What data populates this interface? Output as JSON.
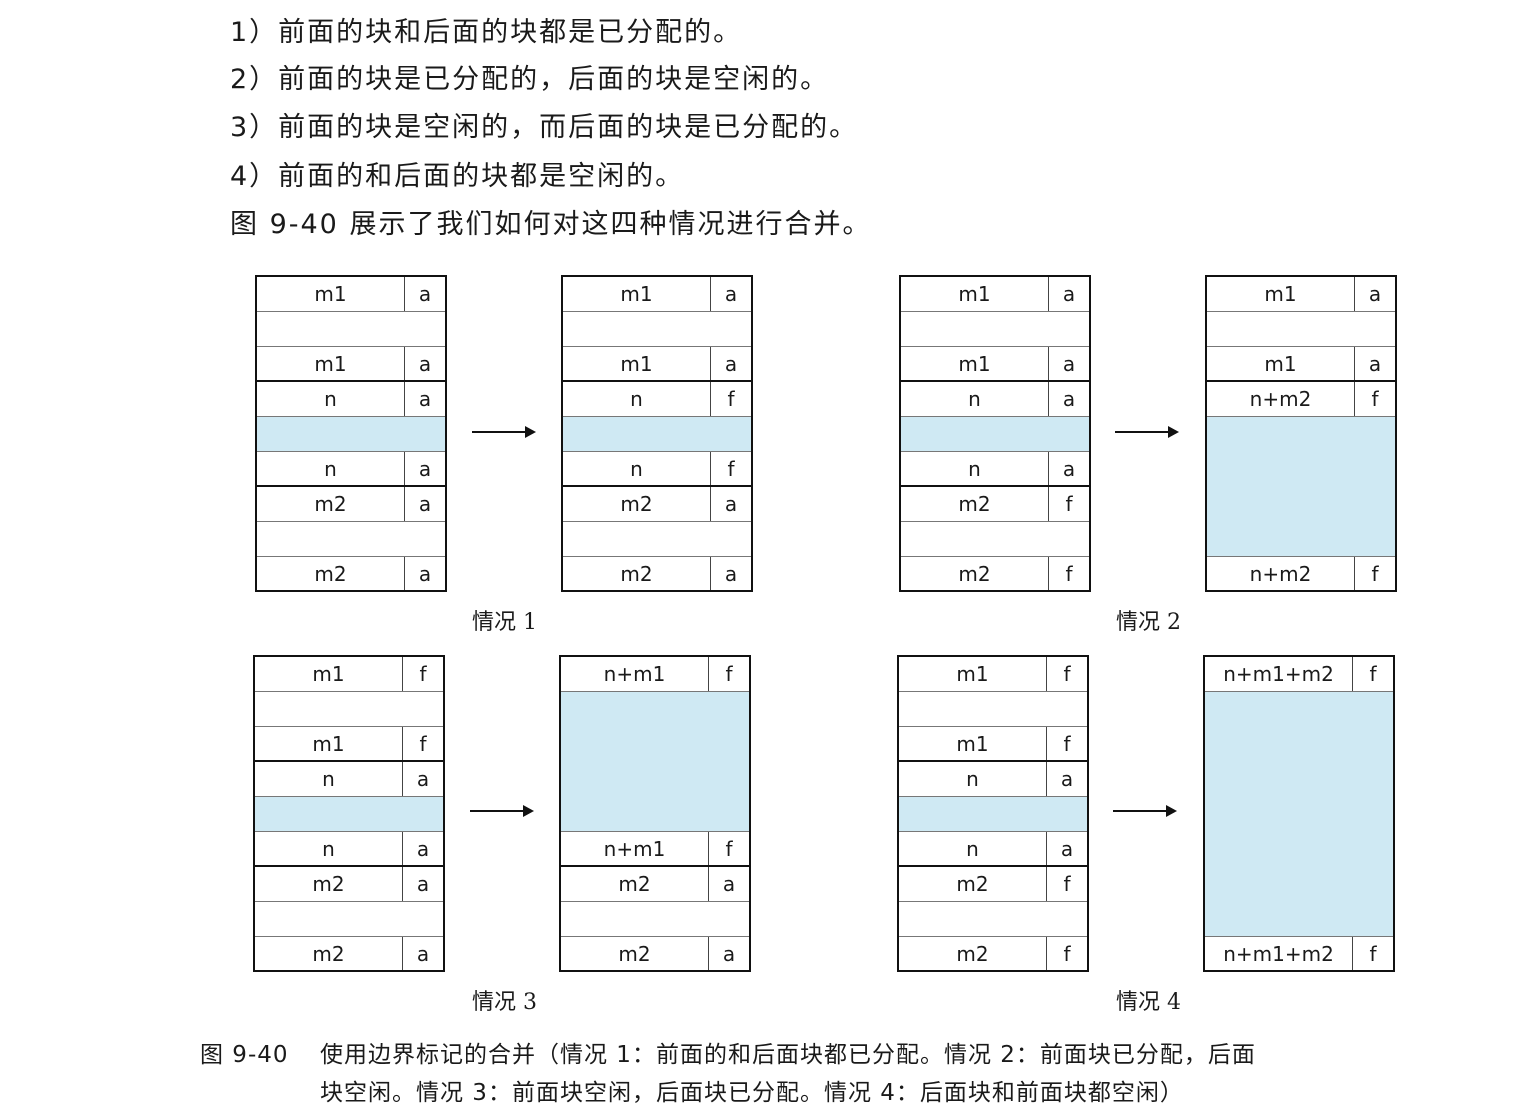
{
  "intro": [
    "1）前面的块和后面的块都是已分配的。",
    "2）前面的块是已分配的，后面的块是空闲的。",
    "3）前面的块是空闲的，而后面的块是已分配的。",
    "4）前面的和后面的块都是空闲的。",
    "图 9-40 展示了我们如何对这四种情况进行合并。"
  ],
  "colors": {
    "free_fill": "#cfe9f3",
    "border": "#111111"
  },
  "cases": [
    {
      "label": "情况 1",
      "before": [
        {
          "kind": "tag",
          "size": "m1",
          "flag": "a"
        },
        {
          "kind": "body"
        },
        {
          "kind": "tag",
          "size": "m1",
          "flag": "a",
          "thick": true
        },
        {
          "kind": "tag",
          "size": "n",
          "flag": "a"
        },
        {
          "kind": "free"
        },
        {
          "kind": "tag",
          "size": "n",
          "flag": "a",
          "thick": true
        },
        {
          "kind": "tag",
          "size": "m2",
          "flag": "a"
        },
        {
          "kind": "body"
        },
        {
          "kind": "tag",
          "size": "m2",
          "flag": "a",
          "last": true
        }
      ],
      "after": [
        {
          "kind": "tag",
          "size": "m1",
          "flag": "a"
        },
        {
          "kind": "body"
        },
        {
          "kind": "tag",
          "size": "m1",
          "flag": "a",
          "thick": true
        },
        {
          "kind": "tag",
          "size": "n",
          "flag": "f"
        },
        {
          "kind": "free"
        },
        {
          "kind": "tag",
          "size": "n",
          "flag": "f",
          "thick": true
        },
        {
          "kind": "tag",
          "size": "m2",
          "flag": "a"
        },
        {
          "kind": "body"
        },
        {
          "kind": "tag",
          "size": "m2",
          "flag": "a",
          "last": true
        }
      ]
    },
    {
      "label": "情况 2",
      "before": [
        {
          "kind": "tag",
          "size": "m1",
          "flag": "a"
        },
        {
          "kind": "body"
        },
        {
          "kind": "tag",
          "size": "m1",
          "flag": "a",
          "thick": true
        },
        {
          "kind": "tag",
          "size": "n",
          "flag": "a"
        },
        {
          "kind": "free"
        },
        {
          "kind": "tag",
          "size": "n",
          "flag": "a",
          "thick": true
        },
        {
          "kind": "tag",
          "size": "m2",
          "flag": "f"
        },
        {
          "kind": "body"
        },
        {
          "kind": "tag",
          "size": "m2",
          "flag": "f",
          "last": true
        }
      ],
      "after": [
        {
          "kind": "tag",
          "size": "m1",
          "flag": "a"
        },
        {
          "kind": "body"
        },
        {
          "kind": "tag",
          "size": "m1",
          "flag": "a",
          "thick": true
        },
        {
          "kind": "tag",
          "size": "n+m2",
          "flag": "f"
        },
        {
          "kind": "merged",
          "rows": 4
        },
        {
          "kind": "tag",
          "size": "n+m2",
          "flag": "f",
          "last": true
        }
      ]
    },
    {
      "label": "情况 3",
      "before": [
        {
          "kind": "tag",
          "size": "m1",
          "flag": "f"
        },
        {
          "kind": "body"
        },
        {
          "kind": "tag",
          "size": "m1",
          "flag": "f",
          "thick": true
        },
        {
          "kind": "tag",
          "size": "n",
          "flag": "a"
        },
        {
          "kind": "free"
        },
        {
          "kind": "tag",
          "size": "n",
          "flag": "a",
          "thick": true
        },
        {
          "kind": "tag",
          "size": "m2",
          "flag": "a"
        },
        {
          "kind": "body"
        },
        {
          "kind": "tag",
          "size": "m2",
          "flag": "a",
          "last": true
        }
      ],
      "after": [
        {
          "kind": "tag",
          "size": "n+m1",
          "flag": "f"
        },
        {
          "kind": "merged",
          "rows": 4
        },
        {
          "kind": "tag",
          "size": "n+m1",
          "flag": "f",
          "thick": true
        },
        {
          "kind": "tag",
          "size": "m2",
          "flag": "a"
        },
        {
          "kind": "body"
        },
        {
          "kind": "tag",
          "size": "m2",
          "flag": "a",
          "last": true
        }
      ]
    },
    {
      "label": "情况 4",
      "before": [
        {
          "kind": "tag",
          "size": "m1",
          "flag": "f"
        },
        {
          "kind": "body"
        },
        {
          "kind": "tag",
          "size": "m1",
          "flag": "f",
          "thick": true
        },
        {
          "kind": "tag",
          "size": "n",
          "flag": "a"
        },
        {
          "kind": "free"
        },
        {
          "kind": "tag",
          "size": "n",
          "flag": "a",
          "thick": true
        },
        {
          "kind": "tag",
          "size": "m2",
          "flag": "f"
        },
        {
          "kind": "body"
        },
        {
          "kind": "tag",
          "size": "m2",
          "flag": "f",
          "last": true
        }
      ],
      "after": [
        {
          "kind": "tag",
          "size": "n+m1+m2",
          "flag": "f"
        },
        {
          "kind": "merged",
          "rows": 7
        },
        {
          "kind": "tag",
          "size": "n+m1+m2",
          "flag": "f",
          "last": true
        }
      ]
    }
  ],
  "caption": {
    "number": "图 9-40",
    "line1": "使用边界标记的合并（情况 1：前面的和后面块都已分配。情况 2：前面块已分配，后面",
    "line2": "块空闲。情况 3：前面块空闲，后面块已分配。情况 4：后面块和前面块都空闲）"
  }
}
